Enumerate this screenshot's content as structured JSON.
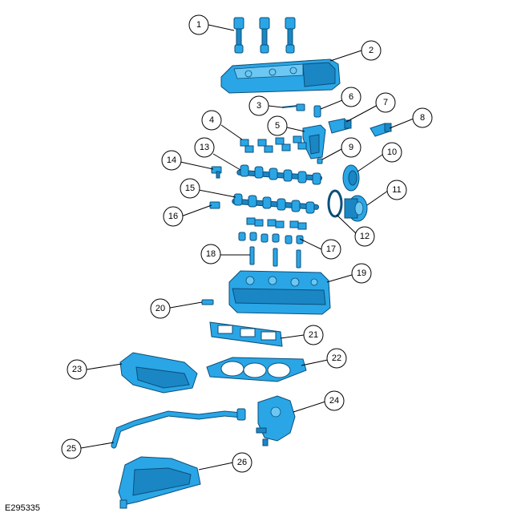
{
  "figure_id": "E295335",
  "callouts": [
    "1",
    "2",
    "3",
    "4",
    "5",
    "6",
    "7",
    "8",
    "9",
    "10",
    "11",
    "12",
    "13",
    "14",
    "15",
    "16",
    "17",
    "18",
    "19",
    "20",
    "21",
    "22",
    "23",
    "24",
    "25",
    "26"
  ]
}
